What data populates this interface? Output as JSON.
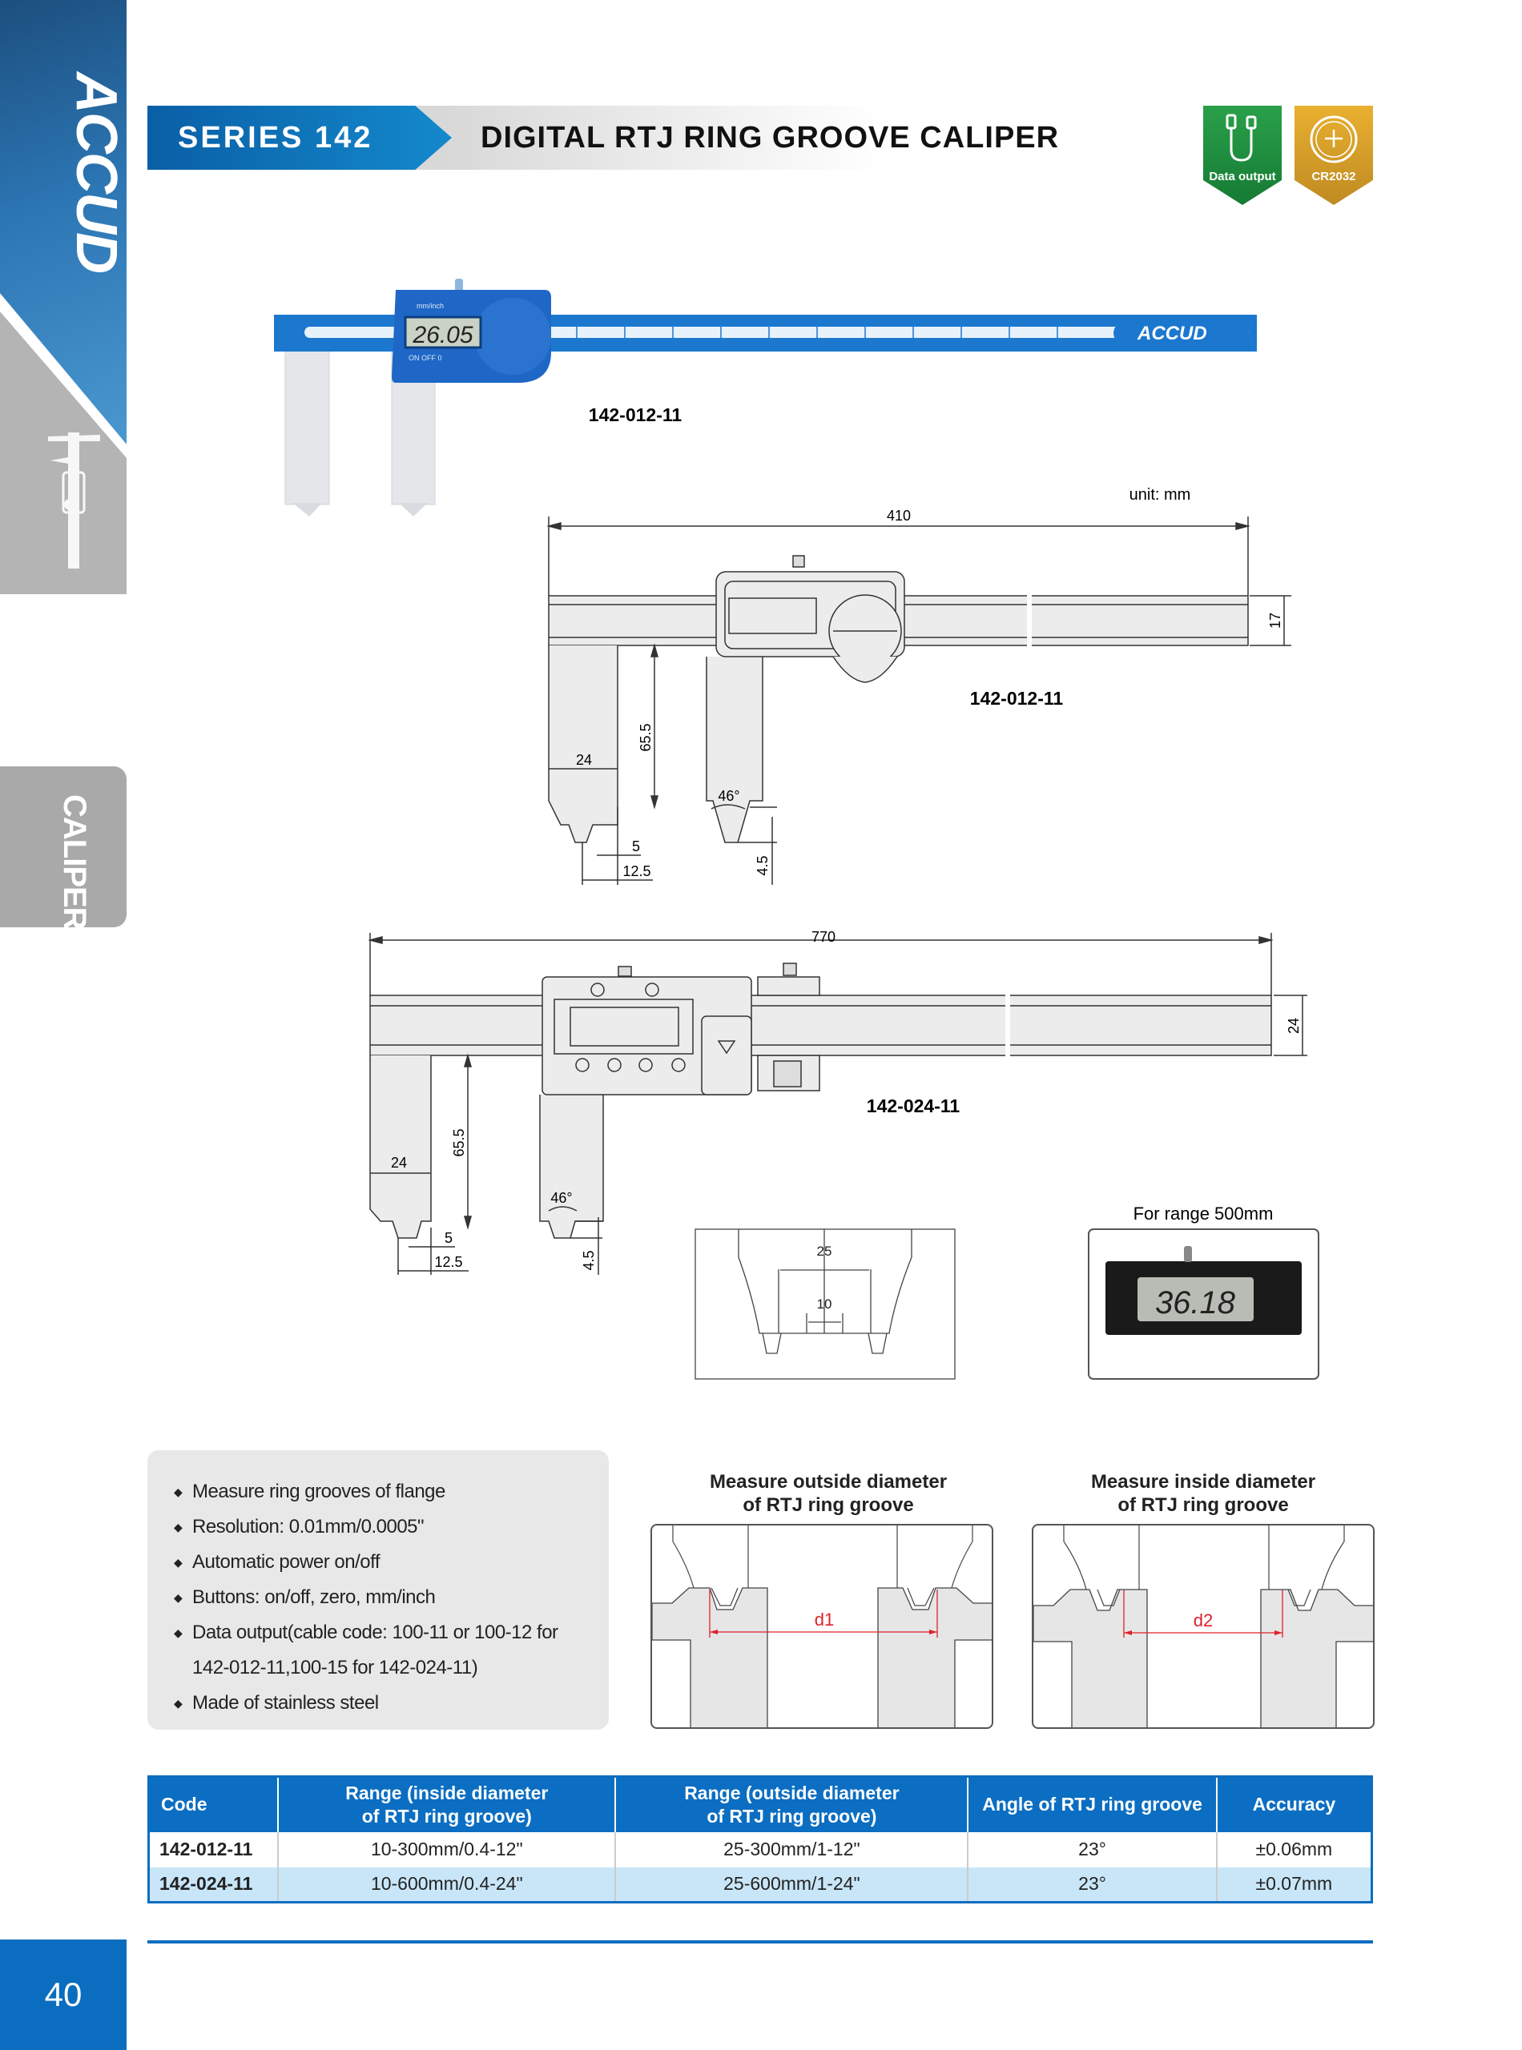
{
  "brand": "ACCUD",
  "header": {
    "series": "SERIES 142",
    "title": "DIGITAL RTJ RING GROOVE CALIPER"
  },
  "badges": [
    {
      "label": "Data output",
      "icon": "usb-cable-icon",
      "color": "#1f8f40"
    },
    {
      "label": "CR2032",
      "icon": "battery-coin-icon",
      "color": "#d69e2a"
    }
  ],
  "side_tab": "CALIPER",
  "page_number": "40",
  "photo": {
    "model": "142-012-11",
    "lcd": "26.05",
    "lcd_unit_label": "mm/inch",
    "buttons": "ON OFF 0"
  },
  "drawing1": {
    "unit": "unit: mm",
    "model": "142-012-11",
    "length": "410",
    "beam_h": "17",
    "jaw_len": "65.5",
    "jaw_w": "24",
    "tip": "5",
    "tip_off": "12.5",
    "tip_h": "4.5",
    "angle": "46°"
  },
  "drawing2": {
    "model": "142-024-11",
    "length": "770",
    "beam_h": "24",
    "jaw_len": "65.5",
    "jaw_w": "24",
    "tip": "5",
    "tip_off": "12.5",
    "tip_h": "4.5",
    "angle": "46°"
  },
  "inset": {
    "outer": "25",
    "inner": "10"
  },
  "range_photo": {
    "caption": "For range 500mm",
    "lcd": "36.18"
  },
  "features": [
    "Measure ring grooves of flange",
    "Resolution: 0.01mm/0.0005\"",
    "Automatic power on/off",
    "Buttons: on/off, zero, mm/inch",
    "Data output(cable code: 100-11 or 100-12 for",
    "142-012-11,100-15  for 142-024-11)",
    "Made of stainless steel"
  ],
  "measure": [
    {
      "title1": "Measure outside diameter",
      "title2": "of RTJ ring groove",
      "dim": "d1"
    },
    {
      "title1": "Measure inside diameter",
      "title2": "of RTJ ring groove",
      "dim": "d2"
    }
  ],
  "table": {
    "headers": [
      "Code",
      "Range (inside diameter\nof RTJ ring groove)",
      "Range (outside diameter\nof RTJ ring groove)",
      "Angle of RTJ ring groove",
      "Accuracy"
    ],
    "rows": [
      [
        "142-012-11",
        "10-300mm/0.4-12\"",
        "25-300mm/1-12\"",
        "23°",
        "±0.06mm"
      ],
      [
        "142-024-11",
        "10-600mm/0.4-24\"",
        "25-600mm/1-24\"",
        "23°",
        "±0.07mm"
      ]
    ]
  }
}
